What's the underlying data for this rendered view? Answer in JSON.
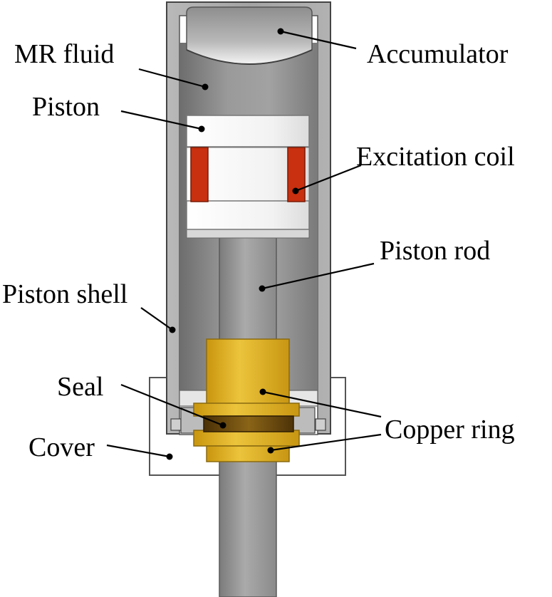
{
  "labels": {
    "mr_fluid": "MR fluid",
    "accumulator": "Accumulator",
    "piston": "Piston",
    "excitation_coil": "Excitation coil",
    "piston_rod": "Piston rod",
    "piston_shell": "Piston shell",
    "seal": "Seal",
    "copper_ring": "Copper ring",
    "cover": "Cover"
  },
  "colors": {
    "shell_grey": "#a9a9a9",
    "fluid_grey": "#8d8d8d",
    "piston_white": "#f6f6f6",
    "coil_red": "#c8300f",
    "copper_gold": "#d8ac1e",
    "seal_brown": "#5e3f0c",
    "line_black": "#000000"
  }
}
